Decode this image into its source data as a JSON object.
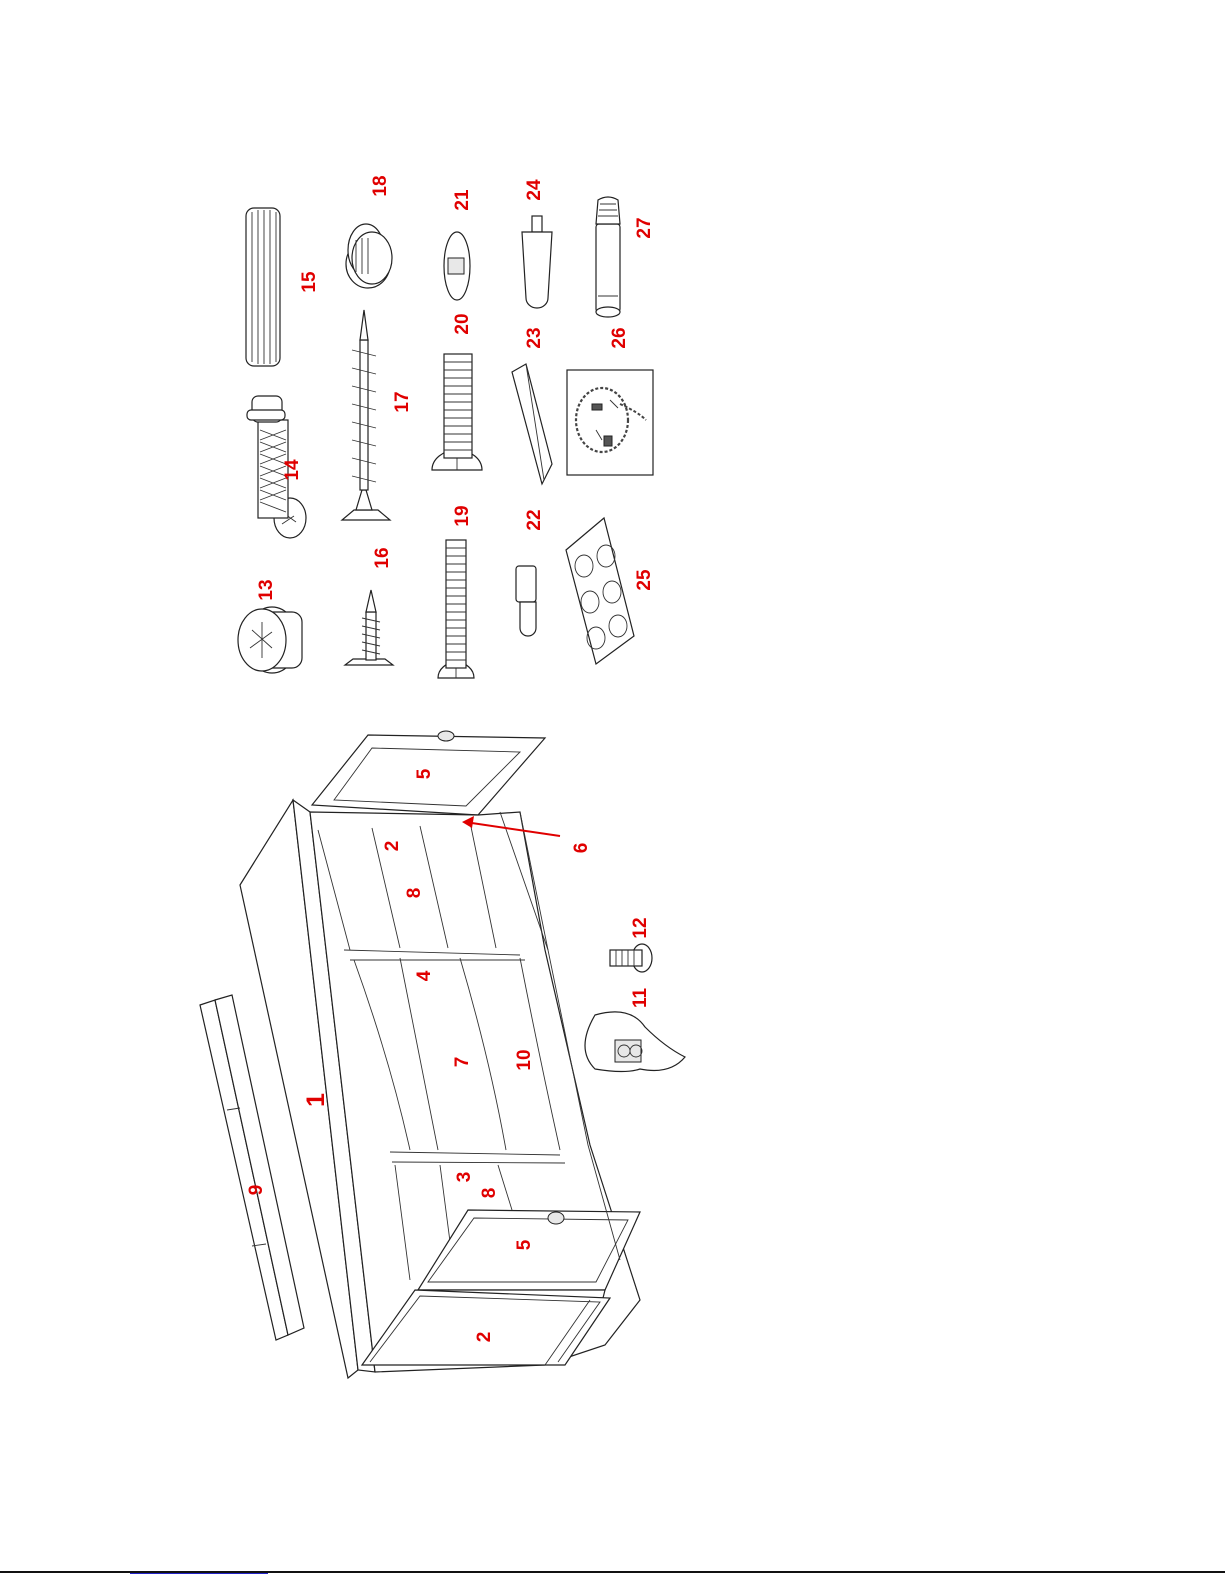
{
  "diagram": {
    "cabinet_labels": [
      "1",
      "2",
      "2",
      "3",
      "4",
      "5",
      "5",
      "6",
      "7",
      "8",
      "8",
      "9",
      "10",
      "11",
      "12"
    ],
    "hardware_labels": [
      "13",
      "14",
      "15",
      "16",
      "17",
      "18",
      "19",
      "20",
      "21",
      "22",
      "23",
      "24",
      "25",
      "26",
      "27"
    ]
  },
  "colors": {
    "label": "#e00000",
    "line": "#222222"
  }
}
